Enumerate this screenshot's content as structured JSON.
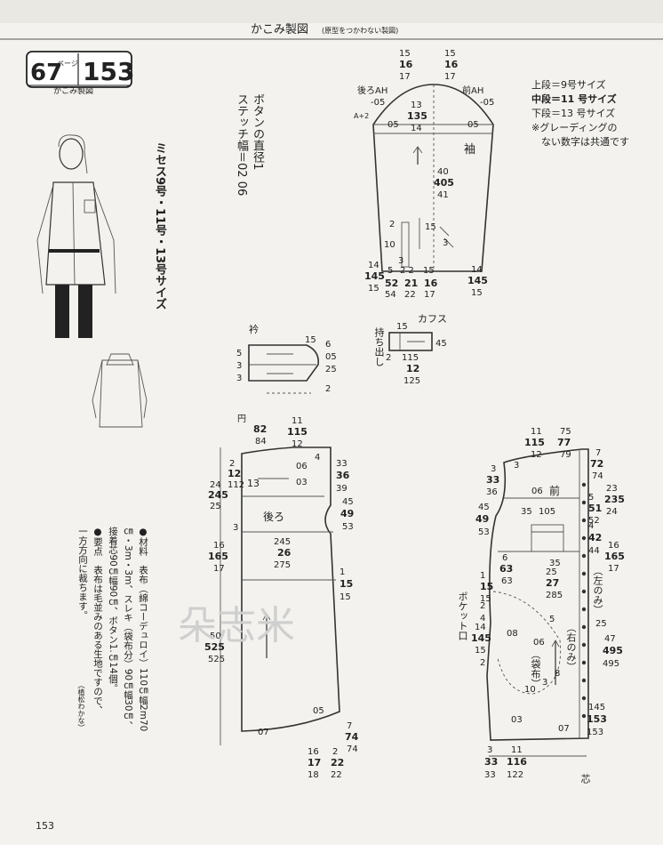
{
  "header": {
    "title": "かこみ製図",
    "subtitle": "(原型をつかわない製図)"
  },
  "badge": {
    "page_ref": "67",
    "page_ref_unit": "ページ",
    "number": "153",
    "label": "かこみ製図"
  },
  "sizes_label": "ミセス9号・11号・13号サイズ",
  "legend": {
    "upper": "上段＝9号サイズ",
    "middle": "中段＝11 号サイズ",
    "lower": "下段＝13 号サイズ",
    "note1": "※グレーディングの",
    "note2": "ない数字は共通です"
  },
  "button_note": "ボタンの直径1",
  "stitch_note": "ステッチ幅＝02 06",
  "materials": [
    "●材料　表布（綿コーデュロイ）110㎝幅2m70",
    "㎝・3m・3m、スレキ（袋布分）90㎝幅30㎝、",
    "接着芯90㎝幅90㎝、ボタン1.㎝14個。",
    "●要点　表布は毛並みのある生地ですので、",
    "一方方向に裁ちます。"
  ],
  "materials_credit": "（植松わかな）",
  "watermark": "朵志米",
  "page_number": "153",
  "labels": {
    "sleeve": "袖",
    "cuff": "カフス",
    "cuff_side": "持ち出し",
    "collar": "衿",
    "back": "後ろ",
    "front": "前",
    "back_ah": "後ろAH",
    "front_ah": "前AH",
    "pocket_opening": "ポケット口",
    "pocket_bag": "（袋布）",
    "right_front": "（右のみ）",
    "left_front": "（左のみ）",
    "center_front": "芯"
  },
  "sleeve": {
    "top_left": [
      "15",
      "16",
      "17"
    ],
    "top_right": [
      "15",
      "16",
      "17"
    ],
    "cap": [
      "13",
      "135",
      "14"
    ],
    "len": [
      "40",
      "405",
      "41"
    ],
    "hem_l": [
      "14",
      "145",
      "15"
    ],
    "hem_r": [
      "14",
      "145",
      "15"
    ],
    "hem_m1": [
      "52",
      "54"
    ],
    "hem_m2": [
      "21",
      "22"
    ],
    "hem_m3": [
      "16",
      "17"
    ],
    "m_05a": "-05",
    "m_05b": "-05",
    "m_05c": "05",
    "m_05d": "05",
    "m_a2": "A+2",
    "m_15": "15",
    "m_2": "2",
    "m_10": "10",
    "m_3": "3",
    "m_5": "5",
    "m_22": "2 2",
    "m_15b": "15",
    "m_s3": "3"
  },
  "cuff_dims": {
    "top": "15",
    "right": "45",
    "bottom": [
      "2",
      "115",
      "12",
      "125"
    ]
  },
  "collar_dims": {
    "top": "15",
    "right": [
      "6",
      "05",
      "25"
    ],
    "left": [
      "5",
      "3",
      "3"
    ],
    "bottom": "2"
  },
  "back_dims": {
    "top": [
      "82",
      "84"
    ],
    "top2": [
      "11",
      "115",
      "12"
    ],
    "center": "円",
    "neck": [
      "4"
    ],
    "n_06": "06",
    "n_03": "03",
    "side_top": [
      "33",
      "36",
      "39"
    ],
    "left_top": [
      "2",
      "12",
      "112"
    ],
    "left_mid": [
      "24",
      "245",
      "25"
    ],
    "left_3": "3",
    "arm": [
      "45",
      "49",
      "53"
    ],
    "bust": [
      "245",
      "26",
      "275"
    ],
    "waist": [
      "16",
      "165",
      "17"
    ],
    "right_mid": [
      "1",
      "15",
      "15"
    ],
    "length": [
      "50",
      "525",
      "525"
    ],
    "hem": [
      "16",
      "17",
      "18"
    ],
    "hem_r": [
      "7",
      "74",
      "74"
    ],
    "hem_r2": [
      "2",
      "22",
      "22"
    ],
    "n_05": "05",
    "n_07": "07",
    "n_a": "13"
  },
  "front_dims": {
    "top_l": [
      "11",
      "115",
      "12"
    ],
    "top_r": [
      "75",
      "77",
      "79"
    ],
    "top_rr": [
      "7",
      "72",
      "74"
    ],
    "top_num": "3",
    "neck_l": [
      "3",
      "33",
      "36"
    ],
    "n_06": "06",
    "n_35": "35",
    "n_105": "105",
    "n_35b": "35",
    "side": [
      "23",
      "235",
      "24"
    ],
    "side_b": [
      "5",
      "51",
      "52"
    ],
    "arm": [
      "45",
      "49",
      "53"
    ],
    "pocket": [
      "4",
      "42",
      "44"
    ],
    "waist_l": [
      "6",
      "63",
      "63"
    ],
    "waist_c": [
      "25",
      "27",
      "285"
    ],
    "waist_r": [
      "16",
      "165",
      "17"
    ],
    "n_15": [
      "1",
      "15",
      "15"
    ],
    "n_25": "25",
    "n_2": "2",
    "n_4": "4",
    "n_14": [
      "14",
      "145",
      "15"
    ],
    "n_08": "08",
    "n_5": "5",
    "n_06b": "06",
    "n_10": "10",
    "n_8": "8",
    "n_3": "3",
    "n_2b": "2",
    "len": [
      "47",
      "495",
      "495"
    ],
    "hem_l": [
      "3",
      "33",
      "33"
    ],
    "hem_c": [
      "11",
      "116",
      "122"
    ],
    "hem_r": [
      "145",
      "153",
      "153"
    ],
    "n_03": "03",
    "n_07": "07"
  }
}
